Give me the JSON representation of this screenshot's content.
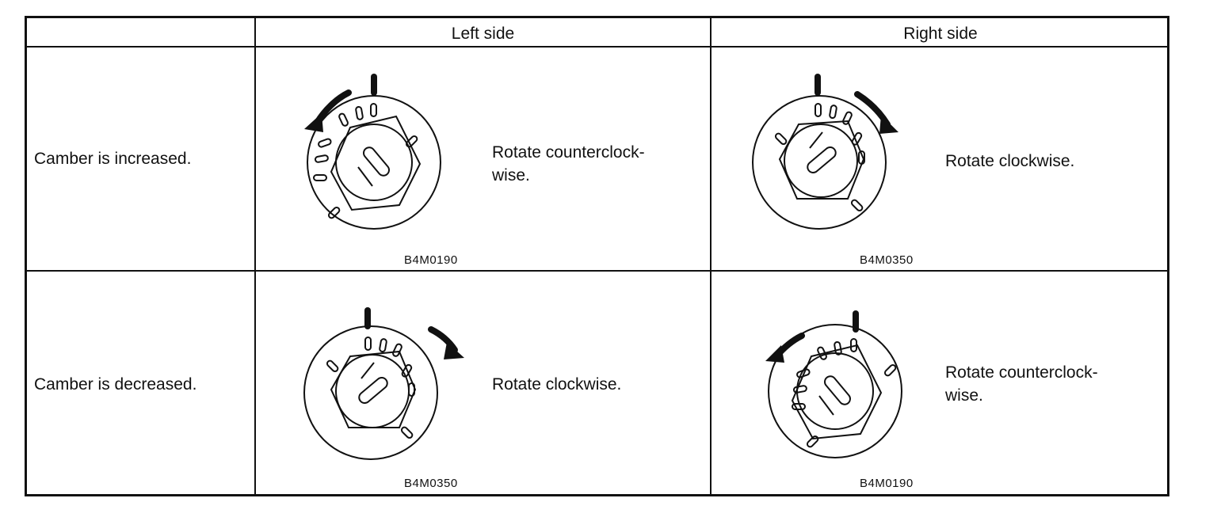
{
  "header": {
    "left": "Left side",
    "right": "Right side"
  },
  "rows": [
    {
      "label": "Camber is increased.",
      "left": {
        "instruction": "Rotate counterclock-\nwise.",
        "code": "B4M0190",
        "arrow": "counterclockwise"
      },
      "right": {
        "instruction": "Rotate clockwise.",
        "code": "B4M0350",
        "arrow": "clockwise"
      }
    },
    {
      "label": "Camber is decreased.",
      "left": {
        "instruction": "Rotate clockwise.",
        "code": "B4M0350",
        "arrow": "clockwise"
      },
      "right": {
        "instruction": "Rotate counterclock-\nwise.",
        "code": "B4M0190",
        "arrow": "counterclockwise"
      }
    }
  ],
  "icons": {
    "dial": "cam-bolt-dial-icon",
    "arrow_cw": "arrow-clockwise-icon",
    "arrow_ccw": "arrow-counterclockwise-icon"
  }
}
